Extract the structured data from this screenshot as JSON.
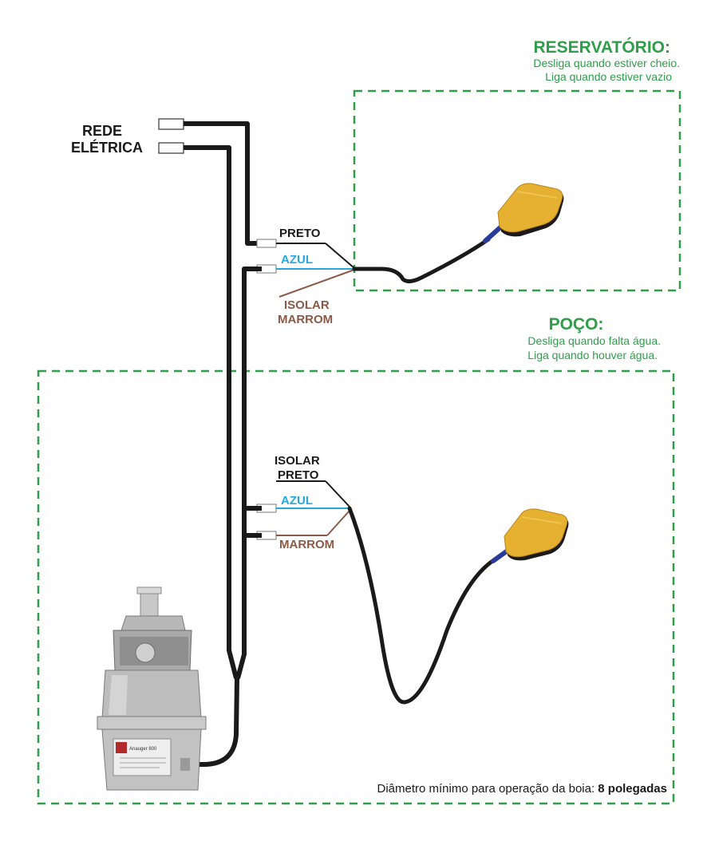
{
  "mains": {
    "line1": "REDE",
    "line2": "ELÉTRICA"
  },
  "reservoir": {
    "title": "RESERVATÓRIO:",
    "desc1": "Desliga quando estiver cheio.",
    "desc2": "Liga quando estiver vazio"
  },
  "well": {
    "title": "POÇO:",
    "desc1": "Desliga quando falta água.",
    "desc2": "Liga quando houver água."
  },
  "upper_wires": {
    "black": "PRETO",
    "blue": "AZUL",
    "brown1": "ISOLAR",
    "brown2": "MARROM"
  },
  "lower_wires": {
    "black1": "ISOLAR",
    "black2": "PRETO",
    "blue": "AZUL",
    "brown": "MARROM"
  },
  "pump": {
    "brand_text": "Anauger 800"
  },
  "footnote": {
    "text": "Diâmetro mínimo para operação da boia: ",
    "bold": "8 polegadas"
  },
  "colors": {
    "zone_green": "#2e9e4a",
    "blue_wire": "#2aa6dc",
    "brown_wire": "#8b5a47",
    "float_yellow": "#e6b030",
    "cable_black": "#1a1a1a"
  }
}
